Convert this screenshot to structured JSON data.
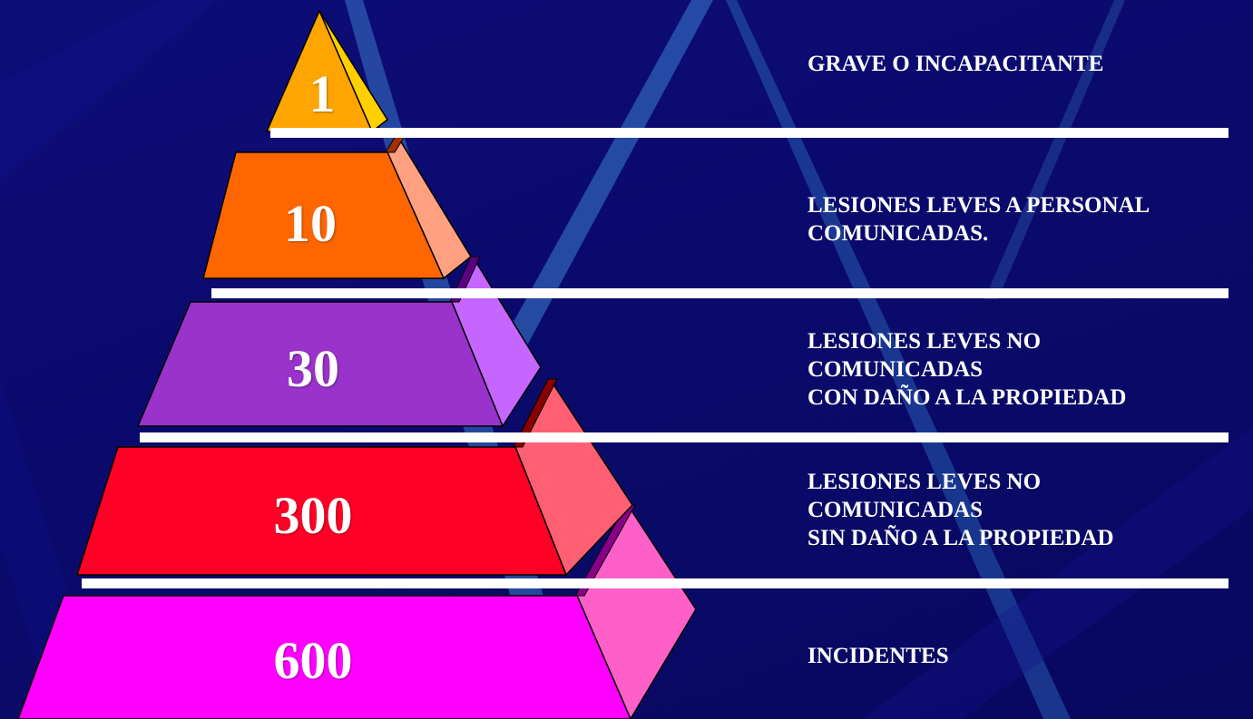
{
  "tiers": [
    {
      "number": "1",
      "label": "GRAVE O INCAPACITANTE"
    },
    {
      "number": "10",
      "label": "LESIONES LEVES A PERSONAL\nCOMUNICADAS."
    },
    {
      "number": "30",
      "label": "LESIONES LEVES  NO\nCOMUNICADAS\nCON DAÑO A LA PROPIEDAD"
    },
    {
      "number": "300",
      "label": "LESIONES LEVES  NO\nCOMUNICADAS\nSIN  DAÑO A LA PROPIEDAD"
    },
    {
      "number": "600",
      "label": "INCIDENTES"
    }
  ],
  "colors": {
    "background": "#0a0a6e",
    "tier_1": "#ffa500",
    "tier_10": "#ff6600",
    "tier_30": "#9933cc",
    "tier_300": "#ff0026",
    "tier_600": "#ff00ff",
    "divider": "#ffffff"
  }
}
